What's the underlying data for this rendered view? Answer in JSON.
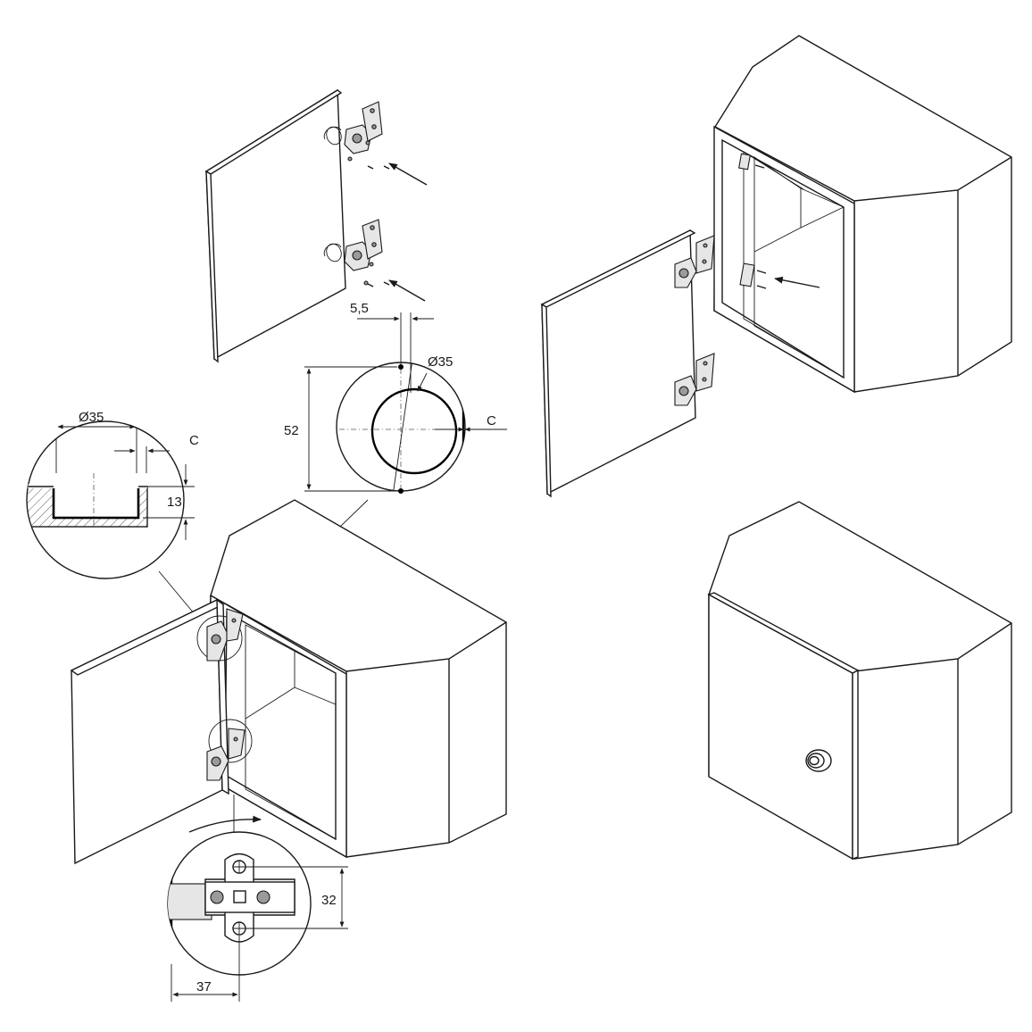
{
  "dimensions": {
    "offset": "5,5",
    "cup_diameter_front": "Ø35",
    "cup_diameter_section": "Ø35",
    "spacing": "52",
    "edge_distance_front": "C",
    "edge_distance_section": "C",
    "depth": "13",
    "plate_height": "32",
    "plate_offset": "37"
  }
}
